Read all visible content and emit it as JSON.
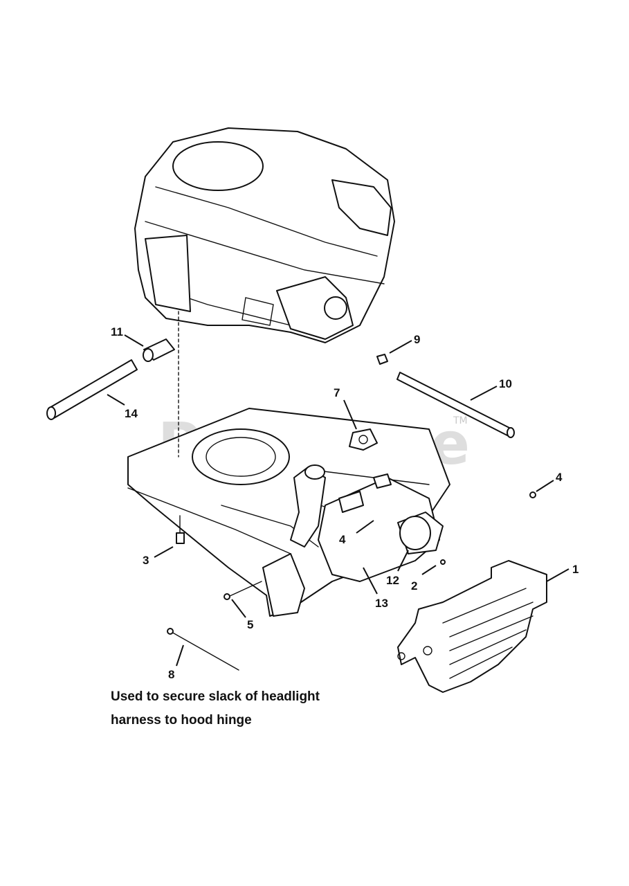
{
  "watermark": {
    "text": "PartsTree",
    "tm": "TM"
  },
  "callouts": [
    "1",
    "2",
    "3",
    "4",
    "4",
    "5",
    "7",
    "8",
    "9",
    "10",
    "11",
    "12",
    "13",
    "14"
  ],
  "note": {
    "line1": "Used to secure slack of headlight",
    "line2": "harness to hood hinge"
  }
}
